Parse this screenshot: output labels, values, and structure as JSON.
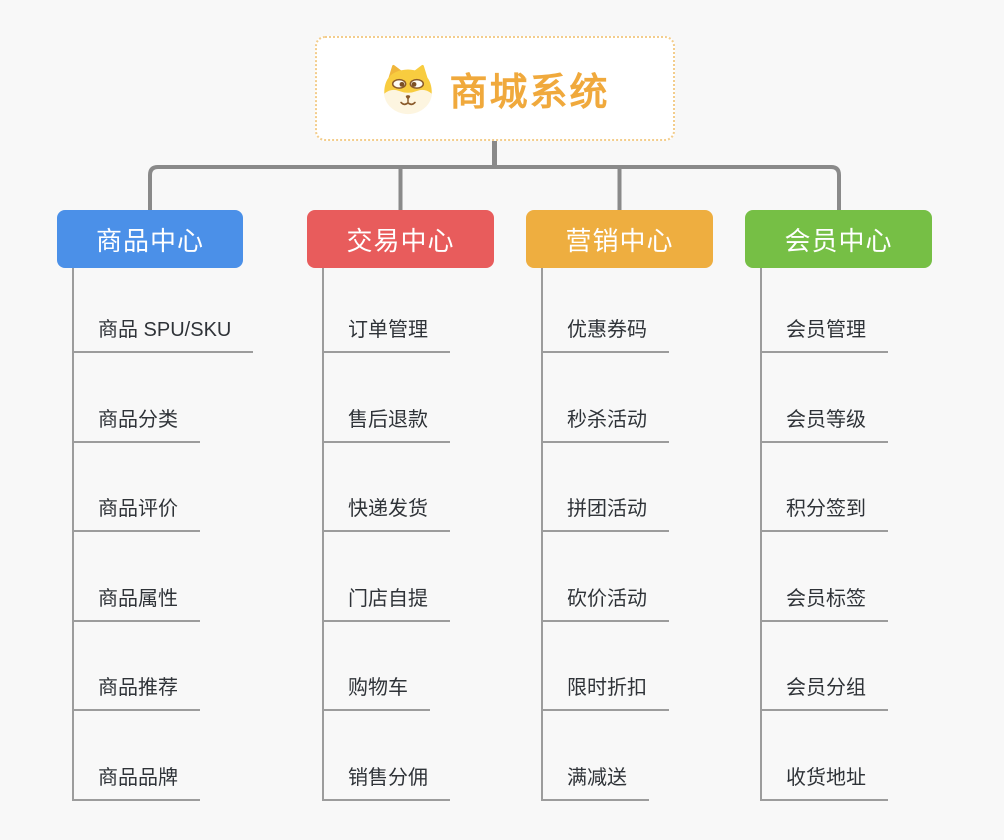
{
  "root": {
    "title": "商城系统",
    "icon": "dog-face-icon"
  },
  "branches": [
    {
      "id": "product-center",
      "label": "商品中心",
      "color": "#4b90e8",
      "children": [
        "商品 SPU/SKU",
        "商品分类",
        "商品评价",
        "商品属性",
        "商品推荐",
        "商品品牌"
      ]
    },
    {
      "id": "trade-center",
      "label": "交易中心",
      "color": "#e85c5c",
      "children": [
        "订单管理",
        "售后退款",
        "快递发货",
        "门店自提",
        "购物车",
        "销售分佣"
      ]
    },
    {
      "id": "marketing-center",
      "label": "营销中心",
      "color": "#eeae40",
      "children": [
        "优惠券码",
        "秒杀活动",
        "拼团活动",
        "砍价活动",
        "限时折扣",
        "满减送"
      ]
    },
    {
      "id": "member-center",
      "label": "会员中心",
      "color": "#76bf45",
      "children": [
        "会员管理",
        "会员等级",
        "积分签到",
        "会员标签",
        "会员分组",
        "收货地址"
      ]
    }
  ],
  "colors": {
    "background": "#f8f8f8",
    "root_border": "#f3cd8c",
    "root_title": "#f0a93c",
    "connector": "#8a8a8a",
    "child_line": "#9c9c9c",
    "child_text": "#2f3338"
  }
}
